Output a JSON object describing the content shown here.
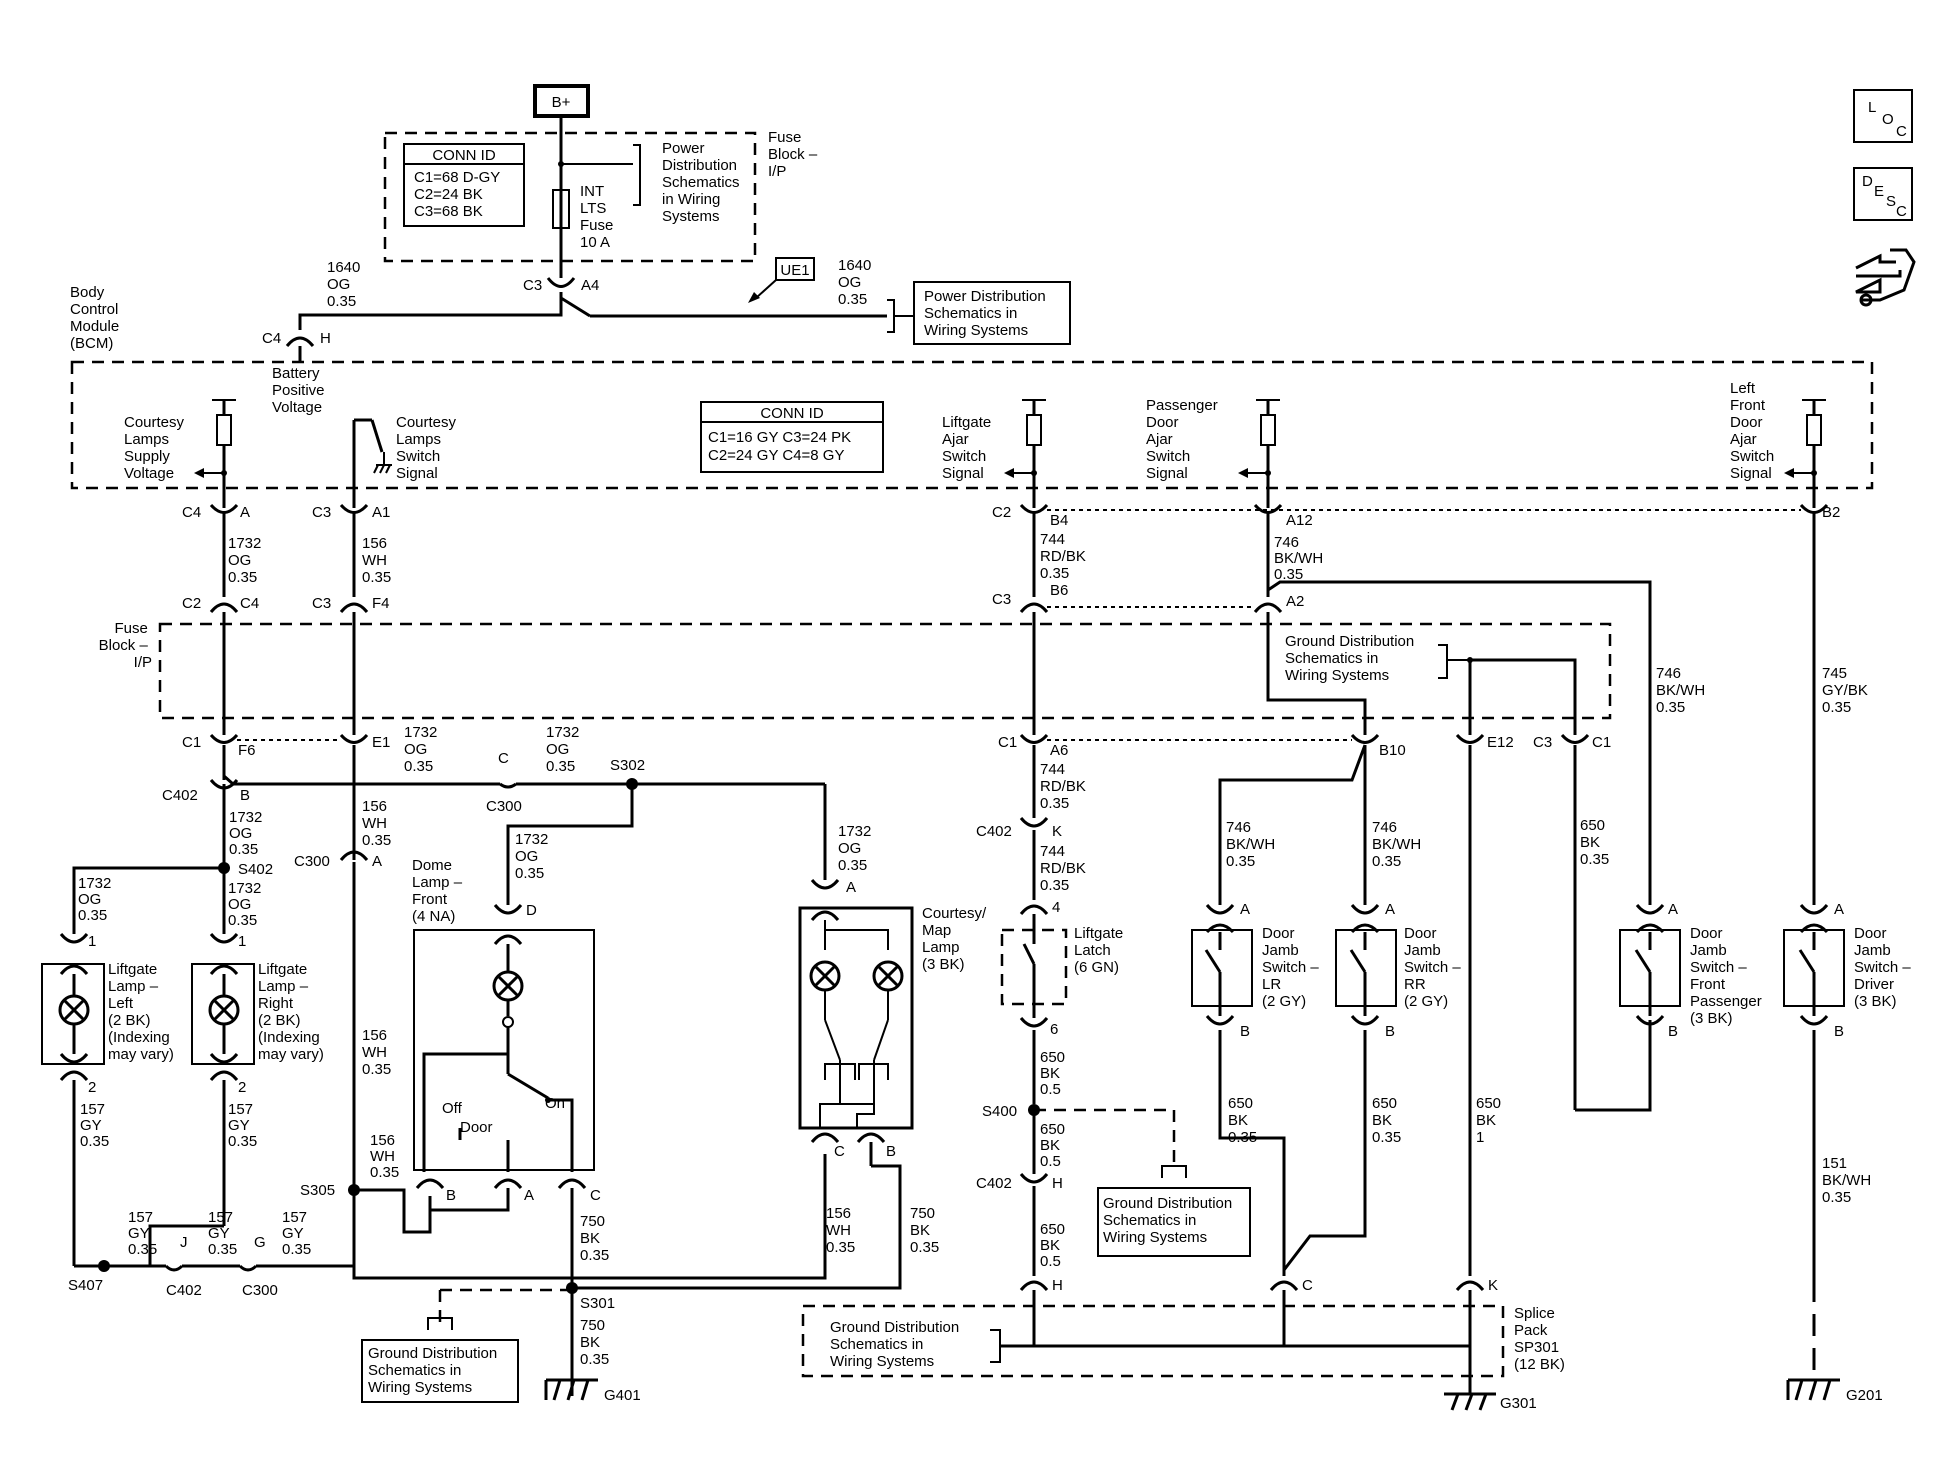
{
  "top": {
    "bplus": "B+",
    "conn_id_title": "CONN ID",
    "conn_id_lines": [
      "C1=68 D-GY",
      "C2=24 BK",
      "C3=68 BK"
    ],
    "fuse_label": [
      "INT",
      "LTS",
      "Fuse",
      "10 A"
    ],
    "pds_label": [
      "Power",
      "Distribution",
      "Schematics",
      "in Wiring",
      "Systems"
    ],
    "fuse_block_label": [
      "Fuse",
      "Block –",
      "I/P"
    ],
    "ue1": "UE1",
    "wire_left": [
      "1640",
      "OG",
      "0.35"
    ],
    "wire_right": [
      "1640",
      "OG",
      "0.35"
    ],
    "c3": "C3",
    "a4": "A4",
    "pds2": [
      "Power Distribution",
      "Schematics in",
      "Wiring Systems"
    ]
  },
  "bcm": {
    "label": [
      "Body",
      "Control",
      "Module",
      "(BCM)"
    ],
    "c4": "C4",
    "h": "H",
    "battery": [
      "Battery",
      "Positive",
      "Voltage"
    ],
    "courtesy_supply": [
      "Courtesy",
      "Lamps",
      "Supply",
      "Voltage"
    ],
    "courtesy_switch": [
      "Courtesy",
      "Lamps",
      "Switch",
      "Signal"
    ],
    "conn_id_title": "CONN ID",
    "conn_id_lines": [
      "C1=16 GY  C3=24 PK",
      "C2=24 GY  C4=8 GY"
    ],
    "liftgate_ajar": [
      "Liftgate",
      "Ajar",
      "Switch",
      "Signal"
    ],
    "passenger_ajar": [
      "Passenger",
      "Door",
      "Ajar",
      "Switch",
      "Signal"
    ],
    "lf_ajar": [
      "Left",
      "Front",
      "Door",
      "Ajar",
      "Switch",
      "Signal"
    ]
  },
  "connectors": {
    "c4a": [
      "C4",
      "A"
    ],
    "c3a1": [
      "C3",
      "A1"
    ],
    "c2b4": [
      "C2",
      "B4"
    ],
    "a12": "A12",
    "b2": "B2",
    "c2c4": [
      "C2",
      "C4"
    ],
    "c3f4": [
      "C3",
      "F4"
    ],
    "c3b6": [
      "C3",
      "B6"
    ],
    "a2": "A2",
    "c1f6": [
      "C1",
      "F6"
    ],
    "e1": "E1",
    "c1a6": [
      "C1",
      "A6"
    ],
    "b10": "B10",
    "e12": "E12",
    "c3c1": [
      "C3",
      "C1"
    ],
    "c402b": [
      "C402",
      "B"
    ],
    "c300c": [
      "C",
      "C300"
    ],
    "s302": "S302",
    "s402": "S402",
    "c300a": [
      "C300",
      "A"
    ],
    "c402k": [
      "C402",
      "K"
    ],
    "s400": "S400",
    "c402h": [
      "C402",
      "H"
    ]
  },
  "wires": {
    "w1732a": [
      "1732",
      "OG",
      "0.35"
    ],
    "w156a": [
      "156",
      "WH",
      "0.35"
    ],
    "w744a": [
      "744",
      "RD/BK",
      "0.35"
    ],
    "w746a": [
      "746",
      "BK/WH",
      "0.35"
    ],
    "w1732b": [
      "1732",
      "OG",
      "0.35"
    ],
    "w1732c": [
      "1732",
      "OG",
      "0.35"
    ],
    "w1732d": [
      "1732",
      "OG",
      "0.35"
    ],
    "w156b": [
      "156",
      "WH",
      "0.35"
    ],
    "w1732e": [
      "1732",
      "OG",
      "0.35"
    ],
    "w1732f": [
      "1732",
      "OG",
      "0.35"
    ],
    "w1732g": [
      "1732",
      "OG",
      "0.35"
    ],
    "w1732h": [
      "1732",
      "OG",
      "0.35"
    ],
    "w744b": [
      "744",
      "RD/BK",
      "0.35"
    ],
    "w744c": [
      "744",
      "RD/BK",
      "0.35"
    ],
    "w746b": [
      "746",
      "BK/WH",
      "0.35"
    ],
    "w745": [
      "745",
      "GY/BK",
      "0.35"
    ],
    "w746c": [
      "746",
      "BK/WH",
      "0.35"
    ],
    "w746d": [
      "746",
      "BK/WH",
      "0.35"
    ],
    "w650a": [
      "650",
      "BK",
      "0.35"
    ],
    "w156c": [
      "156",
      "WH",
      "0.35"
    ],
    "w156d": [
      "156",
      "WH",
      "0.35"
    ],
    "w157a": [
      "157",
      "GY",
      "0.35"
    ],
    "w157b": [
      "157",
      "GY",
      "0.35"
    ],
    "w157c": [
      "157",
      "GY",
      "0.35"
    ],
    "w157d": [
      "157",
      "GY",
      "0.35"
    ],
    "w157e": [
      "157",
      "GY",
      "0.35"
    ],
    "w750a": [
      "750",
      "BK",
      "0.35"
    ],
    "w750b": [
      "750",
      "BK",
      "0.35"
    ],
    "w750c": [
      "750",
      "BK",
      "0.35"
    ],
    "w156e": [
      "156",
      "WH",
      "0.35"
    ],
    "w650b": [
      "650",
      "BK",
      "0.5"
    ],
    "w650c": [
      "650",
      "BK",
      "0.5"
    ],
    "w650d": [
      "650",
      "BK",
      "0.5"
    ],
    "w650e": [
      "650",
      "BK",
      "0.35"
    ],
    "w650f": [
      "650",
      "BK",
      "0.35"
    ],
    "w650g": [
      "650",
      "BK",
      "1"
    ],
    "w151": [
      "151",
      "BK/WH",
      "0.35"
    ]
  },
  "fuse_block2": [
    "Fuse",
    "Block –",
    "I/P"
  ],
  "gds_top": [
    "Ground Distribution",
    "Schematics in",
    "Wiring Systems"
  ],
  "components": {
    "liftgate_left": [
      "Liftgate",
      "Lamp –",
      "Left",
      "(2 BK)",
      "(Indexing",
      "may vary)"
    ],
    "liftgate_right": [
      "Liftgate",
      "Lamp –",
      "Right",
      "(2 BK)",
      "(Indexing",
      "may vary)"
    ],
    "dome": [
      "Dome",
      "Lamp –",
      "Front",
      "(4 NA)"
    ],
    "courtesy_map": [
      "Courtesy/",
      "Map",
      "Lamp",
      "(3 BK)"
    ],
    "liftgate_latch": [
      "Liftgate",
      "Latch",
      "(6 GN)"
    ],
    "dj_lr": [
      "Door",
      "Jamb",
      "Switch –",
      "LR",
      "(2 GY)"
    ],
    "dj_rr": [
      "Door",
      "Jamb",
      "Switch –",
      "RR",
      "(2 GY)"
    ],
    "dj_fp": [
      "Door",
      "Jamb",
      "Switch –",
      "Front",
      "Passenger",
      "(3 BK)"
    ],
    "dj_drv": [
      "Door",
      "Jamb",
      "Switch –",
      "Driver",
      "(3 BK)"
    ],
    "off": "Off",
    "door": "Door",
    "on": "On"
  },
  "pins": {
    "p1": "1",
    "p2": "2",
    "d": "D",
    "a": "A",
    "b": "B",
    "c": "C",
    "p4": "4",
    "p6": "6",
    "k": "K",
    "j": "J",
    "g": "G"
  },
  "bottom": {
    "s305": "S305",
    "s407": "S407",
    "c402": "C402",
    "c300": "C300",
    "s301": "S301",
    "g401": "G401",
    "g301": "G301",
    "g201": "G201",
    "gds_left": [
      "Ground Distribution",
      "Schematics in",
      "Wiring Systems"
    ],
    "gds_mid": [
      "Ground Distribution",
      "Schematics in",
      "Wiring Systems"
    ],
    "gds_bottom": [
      "Ground Distribution",
      "Schematics in",
      "Wiring Systems"
    ],
    "splice": [
      "Splice",
      "Pack",
      "SP301",
      "(12 BK)"
    ]
  },
  "icons": {
    "loc": [
      "L",
      "O",
      "C"
    ],
    "desc": [
      "D",
      "E",
      "S",
      "C"
    ]
  }
}
